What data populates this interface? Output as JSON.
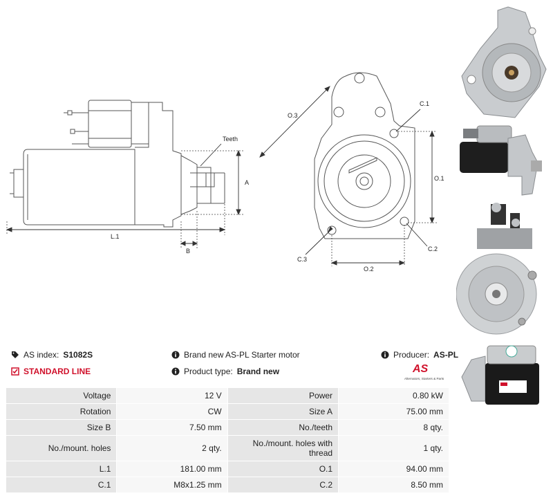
{
  "drawing_labels": {
    "teeth": "Teeth",
    "a": "A",
    "b": "B",
    "l1": "L.1",
    "o3": "O.3",
    "c1": "C.1",
    "o1": "O.1",
    "c2": "C.2",
    "c3": "C.3",
    "o2": "O.2"
  },
  "info": {
    "as_index_label": "AS index:",
    "as_index_value": "S1082S",
    "standard_line": "STANDARD LINE",
    "brand_new_text": "Brand new AS-PL Starter motor",
    "product_type_label": "Product type:",
    "product_type_value": "Brand new",
    "producer_label": "Producer:",
    "producer_value": "AS-PL",
    "logo_text": "AS",
    "logo_tagline": "Alternators, Starters & Parts"
  },
  "specs": [
    {
      "l1": "Voltage",
      "v1": "12 V",
      "l2": "Power",
      "v2": "0.80 kW"
    },
    {
      "l1": "Rotation",
      "v1": "CW",
      "l2": "Size A",
      "v2": "75.00 mm"
    },
    {
      "l1": "Size B",
      "v1": "7.50 mm",
      "l2": "No./teeth",
      "v2": "8 qty."
    },
    {
      "l1": "No./mount. holes",
      "v1": "2 qty.",
      "l2": "No./mount. holes with thread",
      "v2": "1 qty."
    },
    {
      "l1": "L.1",
      "v1": "181.00 mm",
      "l2": "O.1",
      "v2": "94.00 mm"
    },
    {
      "l1": "C.1",
      "v1": "M8x1.25 mm",
      "l2": "C.2",
      "v2": "8.50 mm"
    }
  ],
  "colors": {
    "accent_red": "#d0112b",
    "label_bg": "#e6e6e6",
    "value_bg": "#f7f7f7"
  }
}
